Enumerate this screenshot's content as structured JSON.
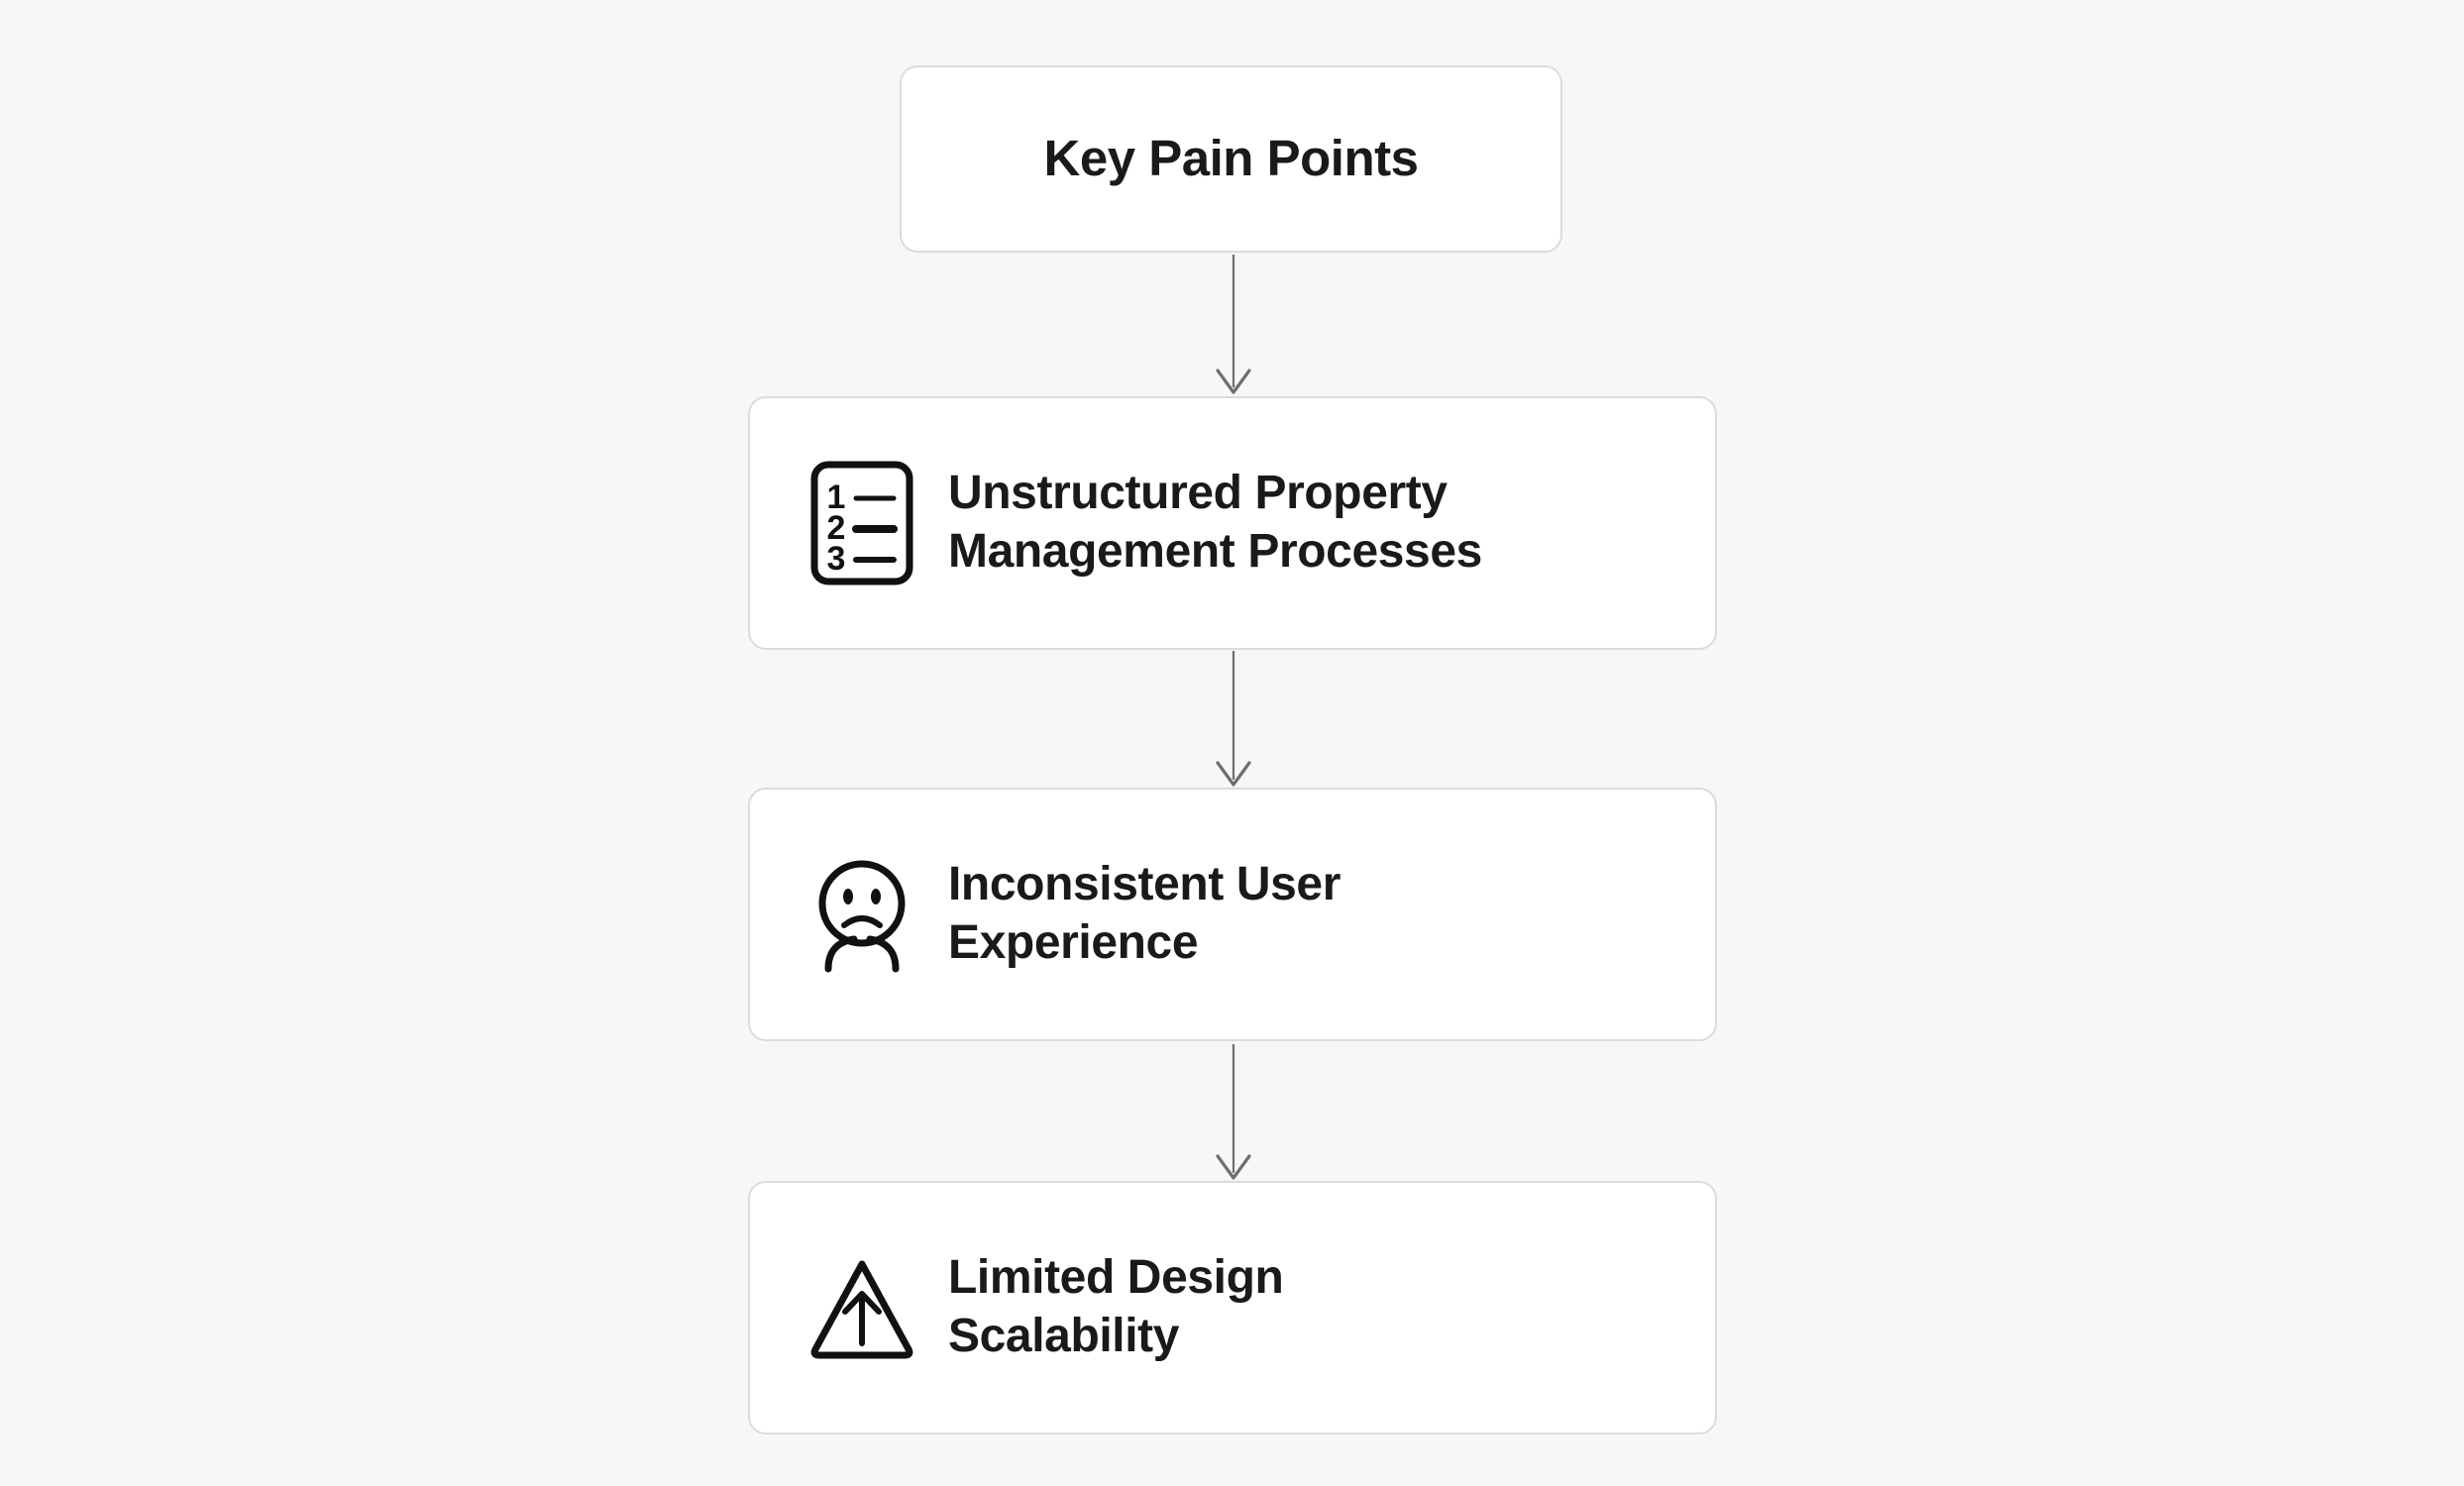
{
  "page": {
    "background_color": "#f7f7f7",
    "box_fill_color": "#ffffff",
    "box_border_color": "#dcdcdc",
    "text_color": "#1a1a1a",
    "arrow_color": "#6e6e6e"
  },
  "title": {
    "label": "Key Pain Points"
  },
  "items": [
    {
      "icon": "numbered-list-icon",
      "line1": "Unstructured Property",
      "line2": "Management Processes",
      "icon_numerals": [
        "1",
        "2",
        "3"
      ]
    },
    {
      "icon": "sad-face-person-icon",
      "line1": "Inconsistent User",
      "line2": "Experience"
    },
    {
      "icon": "warning-triangle-up-arrow-icon",
      "line1": "Limited Design",
      "line2": "Scalability"
    }
  ],
  "connectors": [
    {
      "name": "arrow-title-to-item-1"
    },
    {
      "name": "arrow-item-1-to-item-2"
    },
    {
      "name": "arrow-item-2-to-item-3"
    }
  ]
}
